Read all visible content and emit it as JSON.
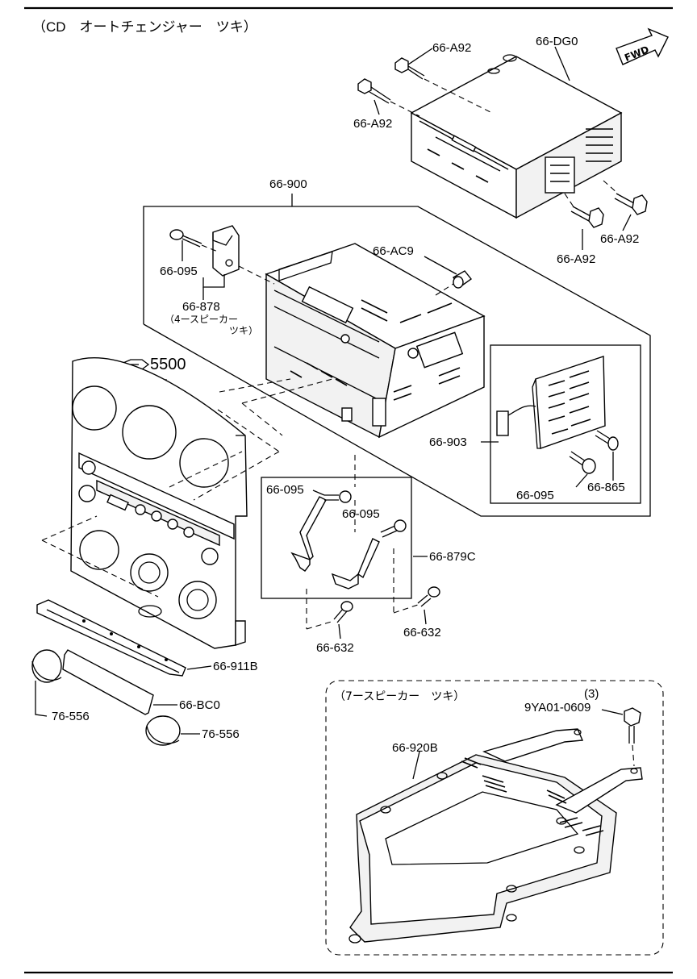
{
  "header": {
    "title": "（CD　オートチェンジャー　ツキ）"
  },
  "fwd_badge": "FWD",
  "callouts": {
    "ref_5500": "5500",
    "p_66_A92_a": "66-A92",
    "p_66_A92_b": "66-A92",
    "p_66_A92_c": "66-A92",
    "p_66_A92_d": "66-A92",
    "p_66_DG0": "66-DG0",
    "p_66_900": "66-900",
    "p_66_AC9": "66-AC9",
    "p_66_095_a": "66-095",
    "p_66_878": "66-878",
    "note_4speaker_1": "（4ースピーカー",
    "note_4speaker_2": "ツキ）",
    "p_66_903": "66-903",
    "p_66_095_b": "66-095",
    "p_66_865": "66-865",
    "p_66_095_c": "66-095",
    "p_66_095_d": "66-095",
    "p_66_879C": "66-879C",
    "p_66_632_a": "66-632",
    "p_66_632_b": "66-632",
    "p_66_911B": "66-911B",
    "p_66_BC0": "66-BC0",
    "p_76_556_a": "76-556",
    "p_76_556_b": "76-556",
    "note_7speaker": "（7ースピーカー　ツキ）",
    "qty_3": "(3)",
    "p_9YA01_0609": "9YA01-0609",
    "p_66_920B": "66-920B"
  }
}
